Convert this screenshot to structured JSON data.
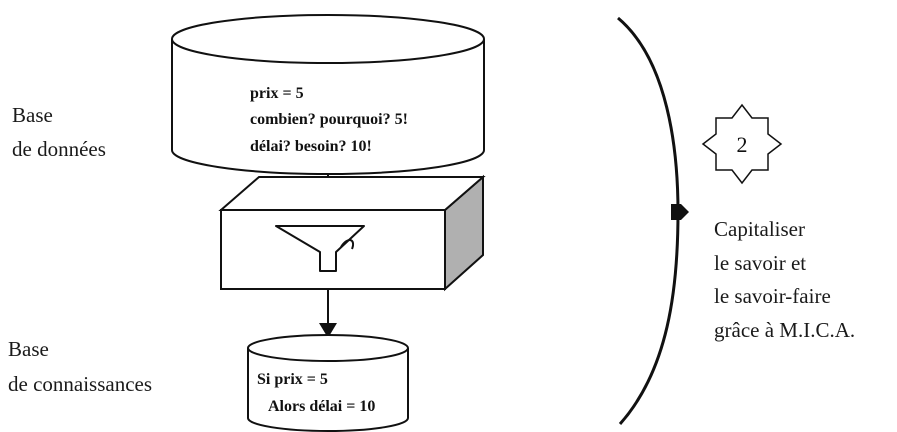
{
  "database": {
    "label_line1": "Base",
    "label_line2": "de données",
    "line1": "prix = 5",
    "line2": "combien? pourquoi? 5!",
    "line3": "délai? besoin? 10!"
  },
  "knowledge_base": {
    "label_line1": "Base",
    "label_line2": "de connaissances",
    "line1": "Si prix = 5",
    "line2": "Alors délai = 10"
  },
  "step_badge": {
    "number": "2"
  },
  "caption": {
    "line1": "Capitaliser",
    "line2": "le savoir et",
    "line3": "le savoir-faire",
    "line4": "grâce à M.I.C.A."
  },
  "icons": {
    "filter": "funnel-icon",
    "badge": "star-badge-icon"
  },
  "colors": {
    "stroke": "#111111",
    "box_side": "#b0b0b0"
  }
}
